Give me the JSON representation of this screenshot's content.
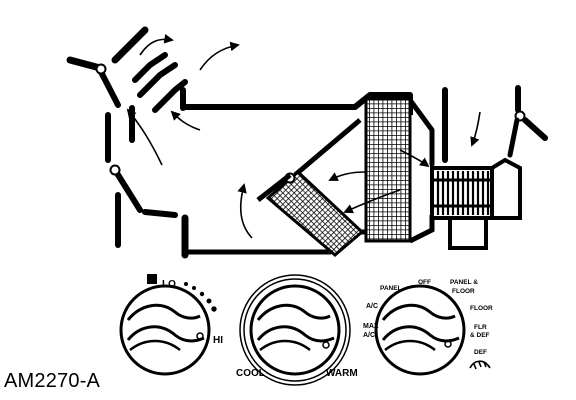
{
  "figure_id": "AM2270-A",
  "blower_knob": {
    "label_low": "LO",
    "label_high": "HI"
  },
  "temperature_knob": {
    "label_cool": "COOL",
    "label_warm": "WARM"
  },
  "function_knob": {
    "label_ac": "A/C",
    "label_max": "MAX",
    "label_max_sub": "A/C",
    "label_panel": "PANEL",
    "label_off_top": "OFF",
    "label_panel_floor_1": "PANEL &",
    "label_panel_floor_2": "FLOOR",
    "label_floor": "FLOOR",
    "label_flr_def_1": "FLR",
    "label_flr_def_2": "& DEF",
    "label_def": "DEF"
  },
  "colors": {
    "ink": "#000000",
    "paper": "#ffffff"
  }
}
